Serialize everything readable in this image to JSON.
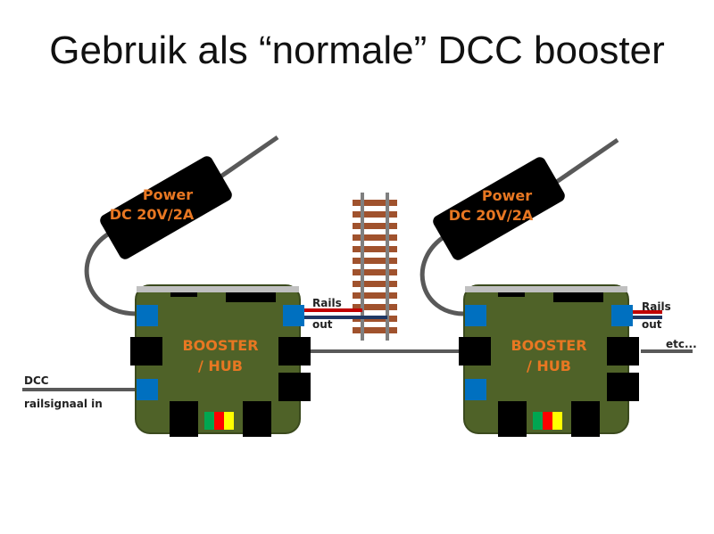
{
  "title": "Gebruik als “normale” DCC booster",
  "colors": {
    "wire": "#595959",
    "board": "#4f6228",
    "board_outline": "#3b4a1e",
    "accent_text": "#e87722",
    "port_blue": "#0070c0",
    "rail_red": "#c00000",
    "rail_blue": "#1f3864",
    "rail_tie": "#a0522d",
    "psu": "#000000"
  },
  "left_unit": {
    "power_line1": "Power",
    "power_line2": "DC 20V/2A",
    "board_line1": "BOOSTER",
    "board_line2": "/ HUB",
    "rails_label_1": "Rails",
    "rails_label_2": "out",
    "dcc_label_1": "DCC",
    "dcc_label_2": "railsignaal in"
  },
  "right_unit": {
    "power_line1": "Power",
    "power_line2": "DC 20V/2A",
    "board_line1": "BOOSTER",
    "board_line2": "/ HUB",
    "rails_label_1": "Rails",
    "rails_label_2": "out",
    "etc_label": "etc..."
  },
  "led_colors": [
    "#00a651",
    "#ff0000",
    "#ffff00"
  ]
}
